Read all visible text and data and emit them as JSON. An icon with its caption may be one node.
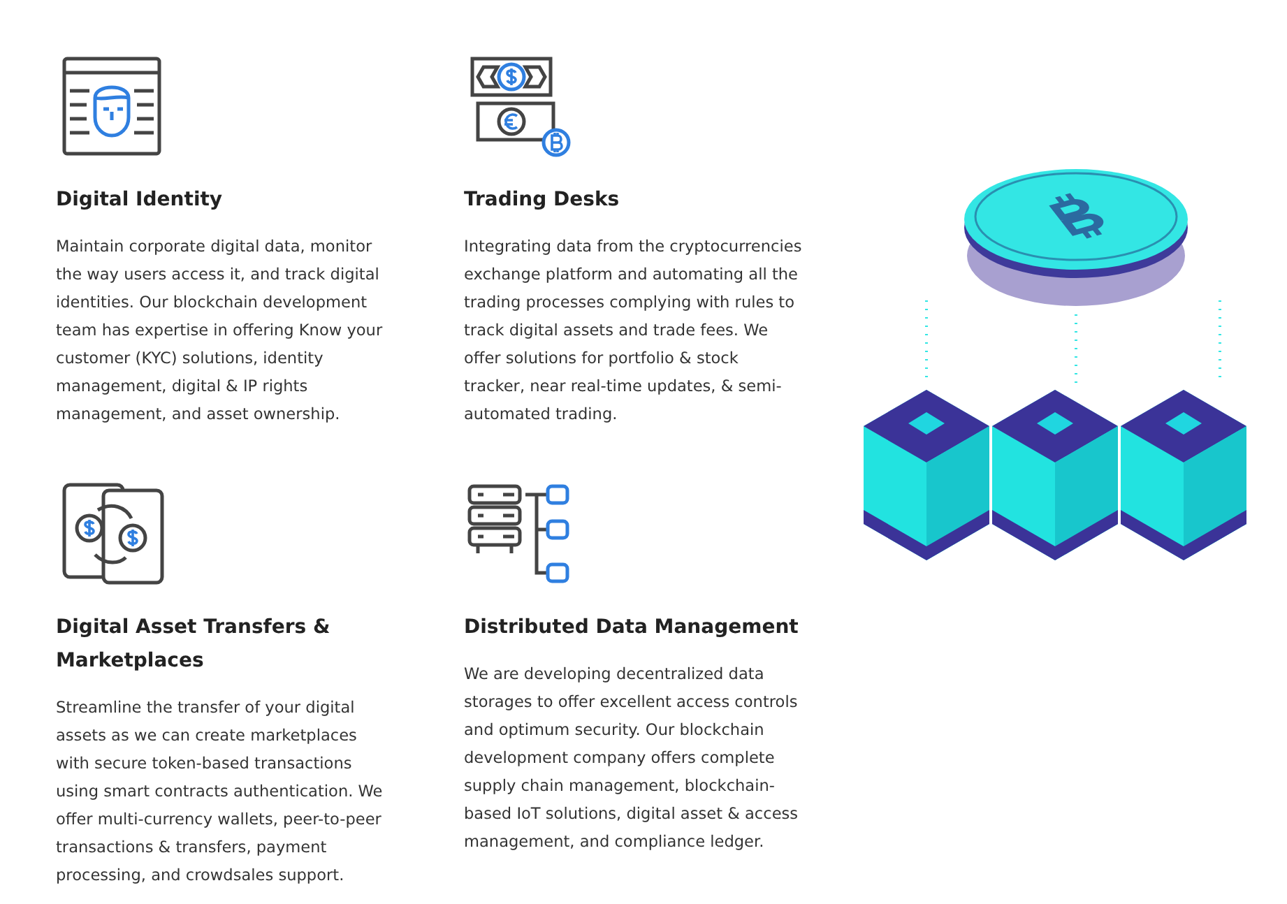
{
  "diagram": {
    "labels": [
      "Digital Identity",
      "Maintain corporate digital data, monitor the way users access it, and track digital identities. Our blockchain development team has expertise in offering Know your customer (KYC) solutions, identity management, digital & IP rights management, and asset ownership.",
      "Trading Desks",
      "Integrating data from the cryptocurrencies exchange platform and automating all the trading processes complying with rules to track digital assets and trade fees. We offer solutions for portfolio & stock tracker, near real-time updates, & semi-automated trading.",
      "Digital Asset Transfers & Marketplaces",
      "Streamline the transfer of your digital assets as we can create marketplaces with secure token-based transactions using smart contracts authentication. We offer multi-currency wallets, peer-to-peer transactions & transfers, payment processing, and crowdsales support.",
      "Distributed Data Management",
      "We are developing decentralized data storages to offer excellent access controls and optimum security. Our blockchain development company offers complete supply chain management, blockchain-based IoT solutions, digital asset & access management, and compliance ledger."
    ]
  }
}
